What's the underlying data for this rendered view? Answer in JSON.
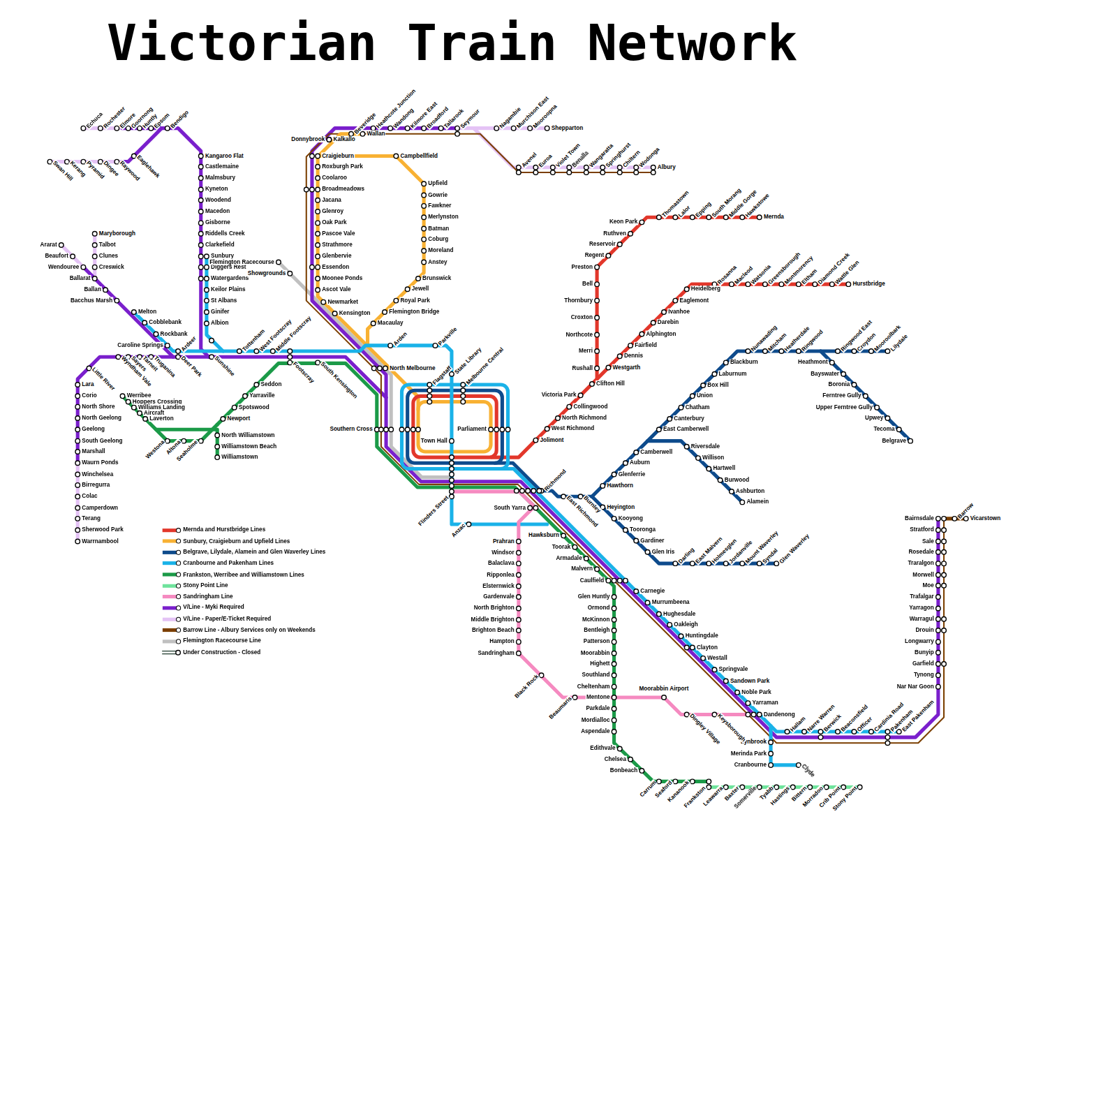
{
  "diagram": {
    "title": "Victorian Train Network",
    "labels": [
      "Echuca",
      "Rochester",
      "Elmore",
      "Goornong",
      "Huntly",
      "Epsom",
      "Bendigo",
      "Swan Hill",
      "Kerang",
      "Pyramid",
      "Dingee",
      "Raywood",
      "Eaglehawk",
      "Kangaroo Flat",
      "Castlemaine",
      "Malmsbury",
      "Kyneton",
      "Woodend",
      "Macedon",
      "Gisborne",
      "Riddells Creek",
      "Clarkefield",
      "Sunbury",
      "Diggers Rest",
      "Watergardens",
      "Keilor Plains",
      "St Albans",
      "Ginifer",
      "Albion",
      "Maryborough",
      "Talbot",
      "Clunes",
      "Creswick",
      "Ararat",
      "Beaufort",
      "Wendouree",
      "Ballarat",
      "Ballan",
      "Bacchus Marsh",
      "Melton",
      "Cobblebank",
      "Rockbank",
      "Caroline Springs",
      "Wyndham Vale",
      "Sayers",
      "Tarneit",
      "Truganina",
      "Ardeer",
      "Deer Park",
      "Sunshine",
      "Tottenham",
      "West Footscray",
      "Middle Footscray",
      "Footscray",
      "South Kensington",
      "Little River",
      "Lara",
      "Corio",
      "North Shore",
      "North Geelong",
      "Geelong",
      "South Geelong",
      "Marshall",
      "Waurn Ponds",
      "Winchelsea",
      "Birregurra",
      "Colac",
      "Camperdown",
      "Terang",
      "Sherwood Park",
      "Warrnambool",
      "Werribee",
      "Hoppers Crossing",
      "Williams Landing",
      "Aircraft",
      "Laverton",
      "Westona",
      "Altona",
      "Seaholme",
      "Newport",
      "Spotswood",
      "Yarraville",
      "Seddon",
      "North Williamstown",
      "Williamstown Beach",
      "Williamstown",
      "Flemington Racecourse",
      "Showgrounds",
      "Donnybrook",
      "Kalkallo",
      "Beveridge",
      "Wallan",
      "Heathcote Junction",
      "Wandong",
      "Kilmore East",
      "Broadford",
      "Tallarook",
      "Seymour",
      "Craigieburn",
      "Roxburgh Park",
      "Coolaroo",
      "Broadmeadows",
      "Jacana",
      "Glenroy",
      "Oak Park",
      "Pascoe Vale",
      "Strathmore",
      "Glenbervie",
      "Essendon",
      "Moonee Ponds",
      "Ascot Vale",
      "Newmarket",
      "Kensington",
      "Campbellfield",
      "Upfield",
      "Gowrie",
      "Fawkner",
      "Merlynston",
      "Batman",
      "Coburg",
      "Moreland",
      "Anstey",
      "Brunswick",
      "Jewell",
      "Royal Park",
      "Flemington Bridge",
      "Macaulay",
      "Nagambie",
      "Murchison East",
      "Mooroopna",
      "Shepparton",
      "Avenel",
      "Euroa",
      "Violet Town",
      "Benalla",
      "Wangaratta",
      "Springhurst",
      "Chiltern",
      "Wodonga",
      "Albury",
      "Arden",
      "Parkville",
      "State Library",
      "North Melbourne",
      "Flagstaff",
      "Melbourne Central",
      "Southern Cross",
      "Parliament",
      "Town Hall",
      "Flinders Street",
      "Anzac",
      "Richmond",
      "South Yarra",
      "East Richmond",
      "Burnley",
      "Jolimont",
      "West Richmond",
      "North Richmond",
      "Collingwood",
      "Victoria Park",
      "Clifton Hill",
      "Rushall",
      "Merri",
      "Northcote",
      "Croxton",
      "Thornbury",
      "Bell",
      "Preston",
      "Regent",
      "Reservoir",
      "Ruthven",
      "Keon Park",
      "Thomastown",
      "Lalor",
      "Epping",
      "South Morang",
      "Middle Gorge",
      "Hawkstowe",
      "Mernda",
      "Westgarth",
      "Dennis",
      "Fairfield",
      "Alphington",
      "Darebin",
      "Ivanhoe",
      "Eaglemont",
      "Heidelberg",
      "Rosanna",
      "Macleod",
      "Watsonia",
      "Greensborough",
      "Montmorency",
      "Eltham",
      "Diamond Creek",
      "Wattle Glen",
      "Hurstbridge",
      "Hawthorn",
      "Glenferrie",
      "Auburn",
      "Camberwell",
      "East Camberwell",
      "Canterbury",
      "Chatham",
      "Union",
      "Box Hill",
      "Laburnum",
      "Blackburn",
      "Nunawading",
      "Mitcham",
      "Heatherdale",
      "Ringwood",
      "Ringwood East",
      "Croydon",
      "Mooroolbark",
      "Lilydale",
      "Heathmont",
      "Bayswater",
      "Boronia",
      "Ferntree Gully",
      "Upper Ferntree Gully",
      "Upwey",
      "Tecoma",
      "Belgrave",
      "Riversdale",
      "Willison",
      "Hartwell",
      "Burwood",
      "Ashburton",
      "Alamein",
      "Heyington",
      "Kooyong",
      "Tooronga",
      "Gardiner",
      "Glen Iris",
      "Darling",
      "East Malvern",
      "Holmesglen",
      "Jordanville",
      "Mount Waverley",
      "Syndal",
      "Glen Waverley",
      "Hawksburn",
      "Toorak",
      "Armadale",
      "Malvern",
      "Caulfield",
      "Carnegie",
      "Murrumbeena",
      "Hughesdale",
      "Oakleigh",
      "Huntingdale",
      "Clayton",
      "Westall",
      "Springvale",
      "Sandown Park",
      "Noble Park",
      "Yarraman",
      "Dandenong",
      "Hallam",
      "Narre Warren",
      "Berwick",
      "Beaconsfield",
      "Officer",
      "Cardinia Road",
      "Pakenham",
      "East Pakenham",
      "Lynbrook",
      "Merinda Park",
      "Cranbourne",
      "Clyde",
      "Glen Huntly",
      "Ormond",
      "McKinnon",
      "Bentleigh",
      "Patterson",
      "Moorabbin",
      "Highett",
      "Southland",
      "Cheltenham",
      "Mentone",
      "Parkdale",
      "Mordialloc",
      "Aspendale",
      "Edithvale",
      "Chelsea",
      "Bonbeach",
      "Carrum",
      "Seaford",
      "Kananook",
      "Frankston",
      "Leawarra",
      "Baxter",
      "Somerville",
      "Tyabb",
      "Hastings",
      "Bittern",
      "Morradoo",
      "Crib Point",
      "Stony Point",
      "Prahran",
      "Windsor",
      "Balaclava",
      "Ripponlea",
      "Elsternwick",
      "Gardenvale",
      "North Brighton",
      "Middle Brighton",
      "Brighton Beach",
      "Hampton",
      "Sandringham",
      "Black Rock",
      "Beaumaris",
      "Moorabbin Airport",
      "Dingley Village",
      "Keysborough",
      "Bairnsdale",
      "Barrow",
      "Vicarstown",
      "Stratford",
      "Sale",
      "Rosedale",
      "Traralgon",
      "Morwell",
      "Moe",
      "Trafalgar",
      "Yarragon",
      "Warragul",
      "Drouin",
      "Longwarry",
      "Bunyip",
      "Garfield",
      "Tynong",
      "Nar Nar Goon"
    ],
    "legend": [
      {
        "text": "Mernda and Hurstbridge Lines",
        "color": "#e2372b"
      },
      {
        "text": "Sunbury, Craigieburn and Upfield Lines",
        "color": "#f8b133"
      },
      {
        "text": "Belgrave, Lilydale, Alamein and Glen Waverley Lines",
        "color": "#0e4b8c"
      },
      {
        "text": "Cranbourne and Pakenham Lines",
        "color": "#1ab2e8"
      },
      {
        "text": "Frankston, Werribee and Williamstown Lines",
        "color": "#1b9a48"
      },
      {
        "text": "Stony Point Line",
        "color": "#6fe39c"
      },
      {
        "text": "Sandringham Line",
        "color": "#f58ac0"
      },
      {
        "text": "V/Line - Myki Required",
        "color": "#7a1fcc"
      },
      {
        "text": "V/Line - Paper/E-Ticket Required",
        "color": "#e4c3f5"
      },
      {
        "text": "Barrow Line - Albury Services only on Weekends",
        "color": "#7b3f00"
      },
      {
        "text": "Flemington Racecourse Line",
        "color": "#c0c0c0"
      },
      {
        "text": "Under Construction - Closed"
      }
    ]
  }
}
